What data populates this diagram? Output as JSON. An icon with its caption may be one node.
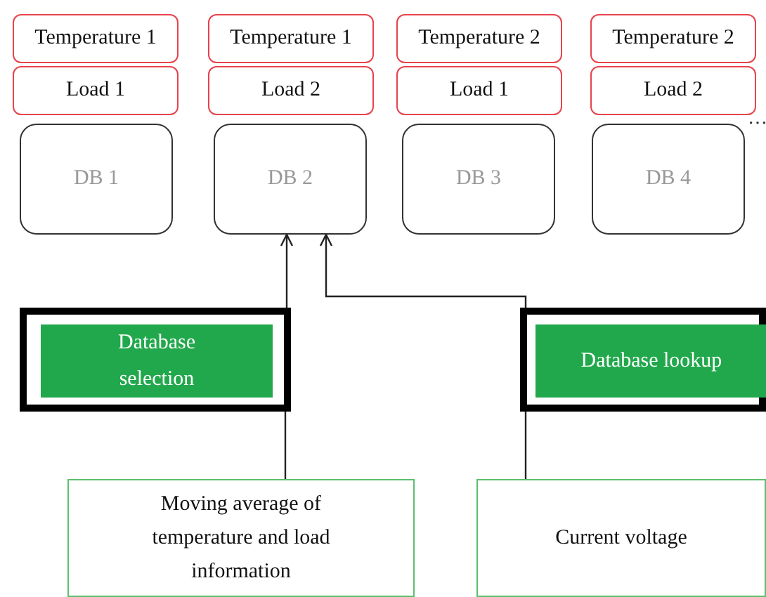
{
  "diagram": {
    "nodes": [
      {
        "text": [
          "Temperature 1"
        ]
      },
      {
        "text": [
          "Load 1"
        ]
      },
      {
        "text": [
          "Temperature 1"
        ]
      },
      {
        "text": [
          "Load 2"
        ]
      },
      {
        "text": [
          "Temperature 2"
        ]
      },
      {
        "text": [
          "Load 1"
        ]
      },
      {
        "text": [
          "Temperature 2"
        ]
      },
      {
        "text": [
          "Load 2"
        ]
      },
      {
        "text": [
          "DB 1"
        ]
      },
      {
        "text": [
          "DB 2"
        ]
      },
      {
        "text": [
          "DB 3"
        ]
      },
      {
        "text": [
          "DB 4"
        ]
      },
      {
        "text": [],
        "shape": "box"
      },
      {
        "text": [
          "Database selection"
        ],
        "in": 12
      },
      {
        "text": [],
        "shape": "box"
      },
      {
        "text": [
          "Database lookup"
        ],
        "in": 14
      },
      {
        "text": [
          "Moving average of temperature and load information"
        ]
      },
      {
        "text": [
          "Current voltage"
        ]
      }
    ],
    "edges": [
      {
        "from": 16,
        "to": 12,
        "arrow": "none"
      },
      {
        "from": 12,
        "to": 9,
        "arrow": "to"
      },
      {
        "from": 17,
        "to": 14,
        "arrow": "none"
      },
      {
        "from": 14,
        "to": 9,
        "arrow": "to"
      }
    ],
    "labels": [
      "…"
    ]
  }
}
